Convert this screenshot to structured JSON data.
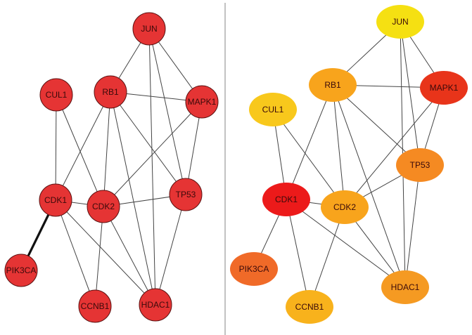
{
  "networks": [
    {
      "id": "left",
      "nodes": [
        {
          "id": "JUN",
          "label": "JUN",
          "color": "#e53434"
        },
        {
          "id": "CUL1",
          "label": "CUL1",
          "color": "#e53434"
        },
        {
          "id": "RB1",
          "label": "RB1",
          "color": "#e53434"
        },
        {
          "id": "MAPK1",
          "label": "MAPK1",
          "color": "#e53434"
        },
        {
          "id": "CDK1",
          "label": "CDK1",
          "color": "#e53434"
        },
        {
          "id": "CDK2",
          "label": "CDK2",
          "color": "#e53434"
        },
        {
          "id": "TP53",
          "label": "TP53",
          "color": "#e53434"
        },
        {
          "id": "PIK3CA",
          "label": "PIK3CA",
          "color": "#e53434"
        },
        {
          "id": "CCNB1",
          "label": "CCNB1",
          "color": "#e53434"
        },
        {
          "id": "HDAC1",
          "label": "HDAC1",
          "color": "#e53434"
        }
      ],
      "edges": [
        [
          "JUN",
          "RB1",
          1
        ],
        [
          "JUN",
          "MAPK1",
          1
        ],
        [
          "JUN",
          "TP53",
          1
        ],
        [
          "JUN",
          "HDAC1",
          1
        ],
        [
          "RB1",
          "MAPK1",
          1
        ],
        [
          "RB1",
          "CDK1",
          1
        ],
        [
          "RB1",
          "CDK2",
          1
        ],
        [
          "RB1",
          "TP53",
          1
        ],
        [
          "RB1",
          "HDAC1",
          1
        ],
        [
          "CUL1",
          "CDK1",
          1
        ],
        [
          "CUL1",
          "CDK2",
          1
        ],
        [
          "MAPK1",
          "CDK2",
          1
        ],
        [
          "MAPK1",
          "TP53",
          1
        ],
        [
          "CDK1",
          "CDK2",
          1
        ],
        [
          "CDK1",
          "PIK3CA",
          3
        ],
        [
          "CDK1",
          "CCNB1",
          1
        ],
        [
          "CDK1",
          "HDAC1",
          1
        ],
        [
          "CDK2",
          "TP53",
          1
        ],
        [
          "CDK2",
          "CCNB1",
          1
        ],
        [
          "CDK2",
          "HDAC1",
          1
        ],
        [
          "TP53",
          "HDAC1",
          1
        ]
      ]
    },
    {
      "id": "right",
      "nodes": [
        {
          "id": "JUN",
          "label": "JUN",
          "color": "#f5e012"
        },
        {
          "id": "RB1",
          "label": "RB1",
          "color": "#f8a41c"
        },
        {
          "id": "MAPK1",
          "label": "MAPK1",
          "color": "#e8341a"
        },
        {
          "id": "CUL1",
          "label": "CUL1",
          "color": "#f8c81c"
        },
        {
          "id": "TP53",
          "label": "TP53",
          "color": "#f58a22"
        },
        {
          "id": "CDK1",
          "label": "CDK1",
          "color": "#ec1a1a"
        },
        {
          "id": "CDK2",
          "label": "CDK2",
          "color": "#f8a41c"
        },
        {
          "id": "PIK3CA",
          "label": "PIK3CA",
          "color": "#f06a28"
        },
        {
          "id": "CCNB1",
          "label": "CCNB1",
          "color": "#f8b21c"
        },
        {
          "id": "HDAC1",
          "label": "HDAC1",
          "color": "#f59a22"
        }
      ],
      "edges": [
        [
          "JUN",
          "RB1",
          1
        ],
        [
          "JUN",
          "MAPK1",
          1
        ],
        [
          "JUN",
          "TP53",
          1
        ],
        [
          "JUN",
          "HDAC1",
          1
        ],
        [
          "RB1",
          "MAPK1",
          1
        ],
        [
          "RB1",
          "CDK1",
          1
        ],
        [
          "RB1",
          "CDK2",
          1
        ],
        [
          "RB1",
          "TP53",
          1
        ],
        [
          "RB1",
          "HDAC1",
          1
        ],
        [
          "CUL1",
          "CDK1",
          1
        ],
        [
          "CUL1",
          "CDK2",
          1
        ],
        [
          "MAPK1",
          "CDK2",
          1
        ],
        [
          "MAPK1",
          "TP53",
          1
        ],
        [
          "TP53",
          "CDK2",
          1
        ],
        [
          "TP53",
          "HDAC1",
          1
        ],
        [
          "CDK1",
          "CDK2",
          1
        ],
        [
          "CDK1",
          "PIK3CA",
          1
        ],
        [
          "CDK1",
          "CCNB1",
          1
        ],
        [
          "CDK1",
          "HDAC1",
          1
        ],
        [
          "CDK2",
          "CCNB1",
          1
        ],
        [
          "CDK2",
          "HDAC1",
          1
        ]
      ]
    }
  ]
}
